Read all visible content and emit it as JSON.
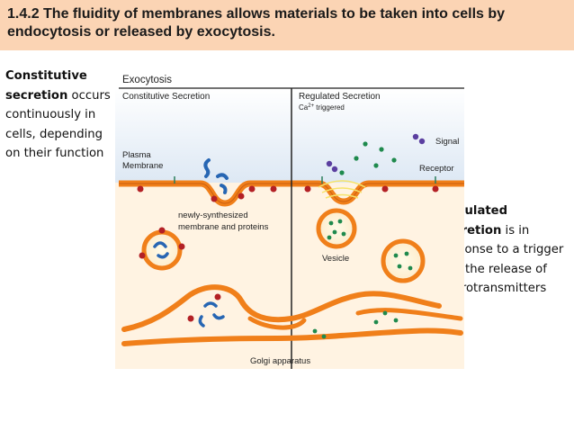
{
  "header": {
    "title_line1": "1.4.2 The fluidity of membranes allows materials to be taken into cells by",
    "title_line2": "endocytosis or released by exocytosis."
  },
  "left_note": {
    "bold": "Constitutive secretion",
    "rest": " occurs continuously in cells, depending on their function"
  },
  "right_note": {
    "bold": "Regulated secretion",
    "rest": " is in response to a trigger e.g. the release of neurotransmitters"
  },
  "diagram": {
    "title": "Exocytosis",
    "left_panel_label": "Constitutive Secretion",
    "right_panel_label": "Regulated Secretion",
    "ca_prefix": "Ca",
    "ca_superscript": "2+",
    "ca_suffix": " triggered",
    "plasma_label_1": "Plasma",
    "plasma_label_2": "Membrane",
    "signal_label": "Signal",
    "receptor_label": "Receptor",
    "newly_label_1": "newly-synthesized",
    "newly_label_2": "membrane and proteins",
    "vesicle_label": "Vesicle",
    "golgi_label": "Golgi apparatus"
  },
  "colors": {
    "header_bg": "#fbd4b4",
    "membrane": "#f07f1a",
    "membrane_dark": "#c95e10",
    "cytoplasm": "#fff5e6",
    "extracellular": "#e6eef7",
    "protein_blue": "#2766b3",
    "cargo_green": "#1f8a4d",
    "receptor_red": "#b32025",
    "signal_purple": "#5b3fa0"
  }
}
